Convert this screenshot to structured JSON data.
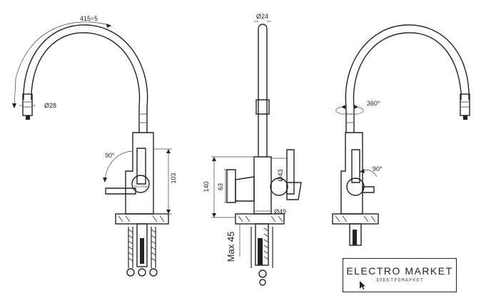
{
  "dimensions": {
    "reach": "415÷5",
    "aerator_diameter": "Ø28",
    "handle_rotation_left": "90°",
    "handle_height": "103",
    "spout_diameter": "Ø24",
    "total_height": "140",
    "handle_offset": "63",
    "body_diameter": "Ø43",
    "base_diameter": "Ø49",
    "max_countertop": "Max 45",
    "spout_rotation": "360°",
    "handle_rotation_right": "90°"
  },
  "body_brand": "POLITION",
  "watermark": {
    "title": "ELECTRO MARKET",
    "subtitle": "ЭЛЕКТРОМАРКЕТ"
  }
}
